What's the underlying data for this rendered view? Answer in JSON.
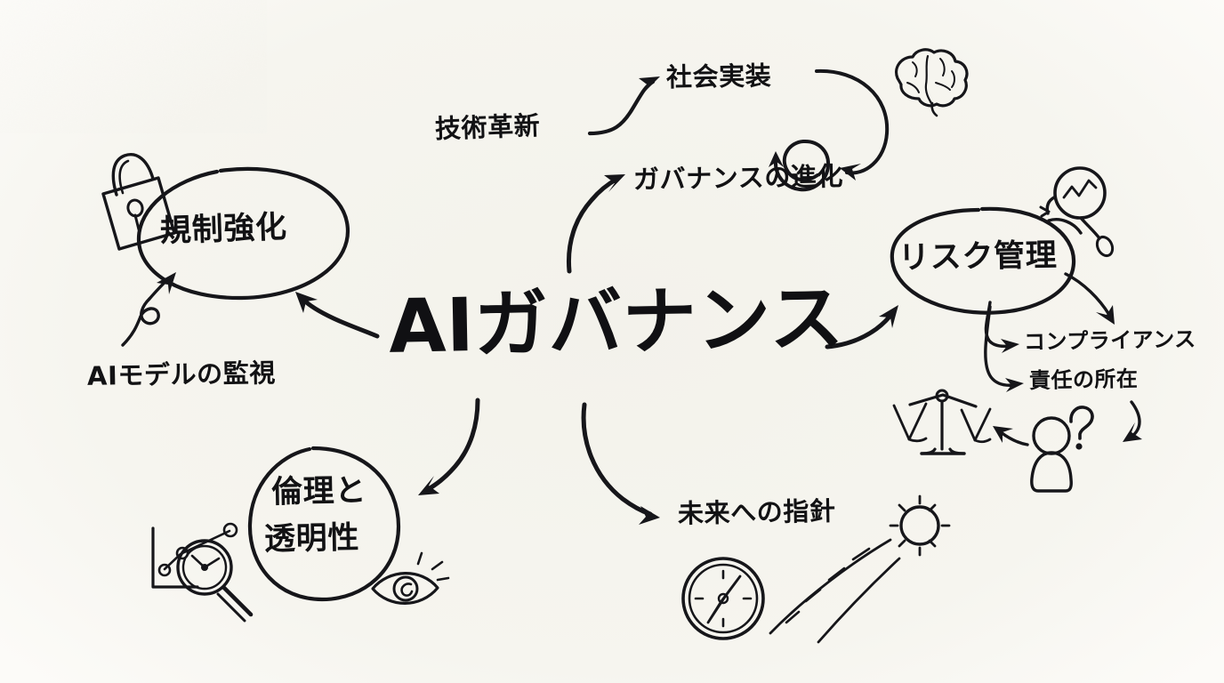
{
  "diagram": {
    "title": "AIガバナンス",
    "style": "hand-drawn whiteboard sketch",
    "background_color": "#f5f4ee",
    "ink_color": "#16161a"
  },
  "central_node": {
    "label": "AIガバナンス"
  },
  "nodes": [
    {
      "id": "regulation",
      "label": "規制強化",
      "shape": "ellipse"
    },
    {
      "id": "risk",
      "label": "リスク管理",
      "shape": "ellipse"
    },
    {
      "id": "ethics_line1",
      "label": "倫理と",
      "shape": "circle"
    },
    {
      "id": "ethics_line2",
      "label": "透明性",
      "shape": "circle"
    }
  ],
  "free_labels": [
    {
      "id": "innovation",
      "label": "技術革新"
    },
    {
      "id": "social-impl",
      "label": "社会実装"
    },
    {
      "id": "gov-evolution",
      "label": "ガバナンスの進化"
    },
    {
      "id": "ai-monitoring",
      "label": "AIモデルの監視"
    },
    {
      "id": "compliance",
      "label": "コンプライアンス"
    },
    {
      "id": "accountability",
      "label": "責任の所在"
    },
    {
      "id": "future-compass",
      "label": "未来への指針"
    }
  ],
  "icons": [
    {
      "id": "padlock",
      "name": "padlock-icon"
    },
    {
      "id": "brain",
      "name": "brain-icon"
    },
    {
      "id": "magnifier-chart",
      "name": "magnifier-chart-icon"
    },
    {
      "id": "scales",
      "name": "scales-of-justice-icon"
    },
    {
      "id": "person-question",
      "name": "person-question-icon"
    },
    {
      "id": "eye",
      "name": "eye-icon"
    },
    {
      "id": "chart-magnifier",
      "name": "chart-analysis-icon"
    },
    {
      "id": "compass",
      "name": "compass-icon"
    },
    {
      "id": "sun-road",
      "name": "sun-road-icon"
    },
    {
      "id": "spiral",
      "name": "spiral-loop-icon"
    }
  ],
  "connections": [
    {
      "from": "AIガバナンス",
      "to": "規制強化"
    },
    {
      "from": "AIガバナンス",
      "to": "ガバナンスの進化"
    },
    {
      "from": "AIガバナンス",
      "to": "リスク管理"
    },
    {
      "from": "AIガバナンス",
      "to": "倫理と透明性"
    },
    {
      "from": "AIガバナンス",
      "to": "未来への指針"
    },
    {
      "from": "技術革新",
      "to": "社会実装"
    },
    {
      "from": "社会実装",
      "to": "ガバナンスの進化"
    },
    {
      "from": "AIモデルの監視",
      "to": "規制強化"
    },
    {
      "from": "リスク管理",
      "to": "コンプライアンス"
    },
    {
      "from": "リスク管理",
      "to": "責任の所在"
    },
    {
      "from": "責任の所在",
      "to": "scales-of-justice-icon"
    }
  ]
}
